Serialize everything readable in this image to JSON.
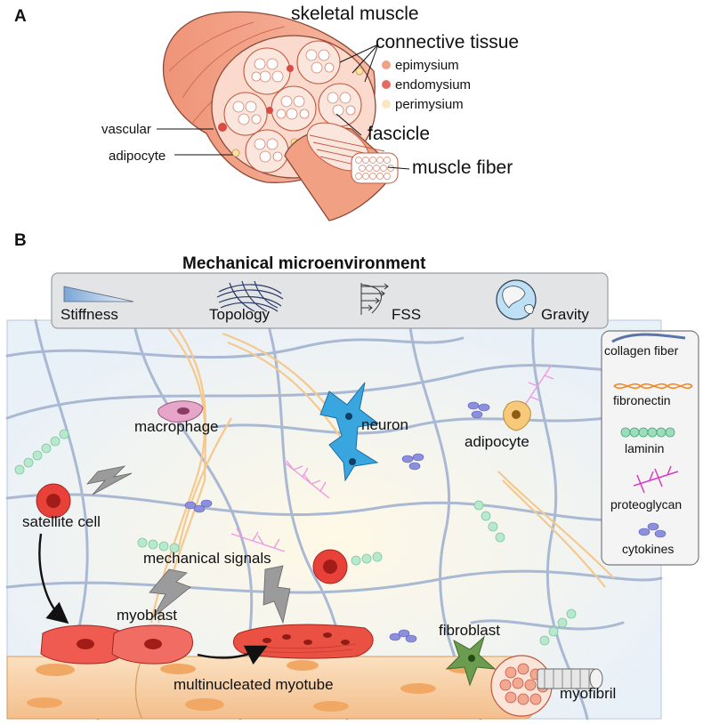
{
  "panelA": {
    "letter": "A",
    "skeletal_muscle": "skeletal muscle",
    "connective_tissue": "connective tissue",
    "epimysium": "epimysium",
    "endomysium": "endomysium",
    "perimysium": "perimysium",
    "vascular": "vascular",
    "adipocyte": "adipocyte",
    "fascicle": "fascicle",
    "muscle_fiber": "muscle fiber"
  },
  "panelB": {
    "letter": "B",
    "title": "Mechanical microenvironment",
    "cues": [
      "Stiffness",
      "Topology",
      "FSS",
      "Gravity"
    ],
    "cells": {
      "macrophage": "macrophage",
      "neuron": "neuron",
      "adipocyte": "adipocyte",
      "satellite_cell": "satellite cell",
      "mechanical_signals": "mechanical signals",
      "myoblast": "myoblast",
      "fibroblast": "fibroblast",
      "multinucleated_myotube": "multinucleated myotube",
      "myofibril": "myofibril"
    },
    "legend": [
      "collagen  fiber",
      "fibronectin",
      "laminin",
      "proteoglycan",
      "cytokines"
    ]
  },
  "colors": {
    "muscle": "#f2a083",
    "muscle_dark": "#d9694b",
    "fascicle_fill": "#f9d4c8",
    "env_bg": "#e9f1f9",
    "collagen": "#a9b8d3",
    "fibronectin": "#f5c98e",
    "laminin": "#9fdcbc",
    "proteoglycan": "#ec9adf",
    "cytokine": "#8c90dc",
    "neuron": "#3aa6df",
    "macrophage": "#e6a6c9",
    "fibroblast": "#6c9c50",
    "myotube": "#f6c89a",
    "satellite": "#e8413a"
  }
}
